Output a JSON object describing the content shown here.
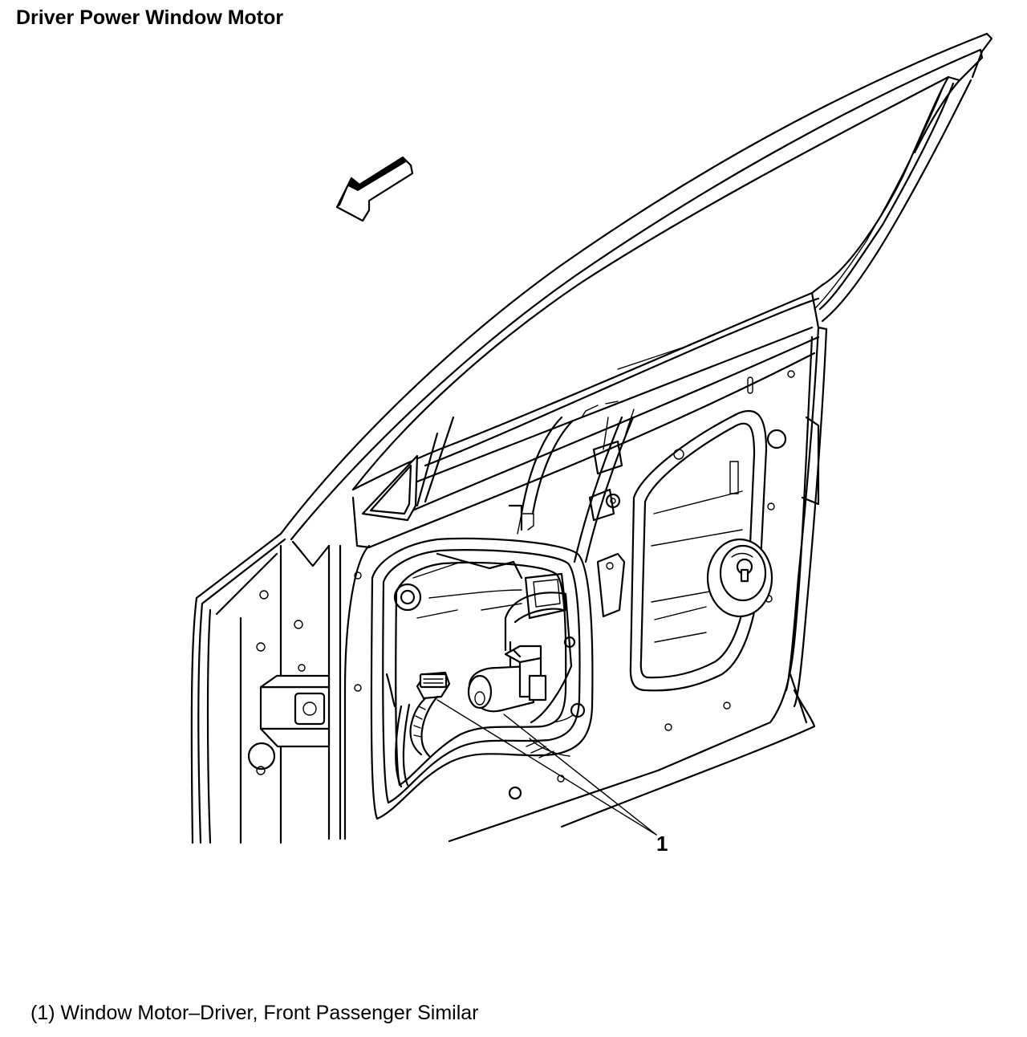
{
  "title": "Driver Power Window Motor",
  "callout": {
    "number": "1"
  },
  "legend": {
    "items": [
      {
        "text": "(1) Window Motor–Driver, Front Passenger Similar"
      }
    ]
  },
  "icons": [
    "forward-direction-arrow-icon"
  ]
}
